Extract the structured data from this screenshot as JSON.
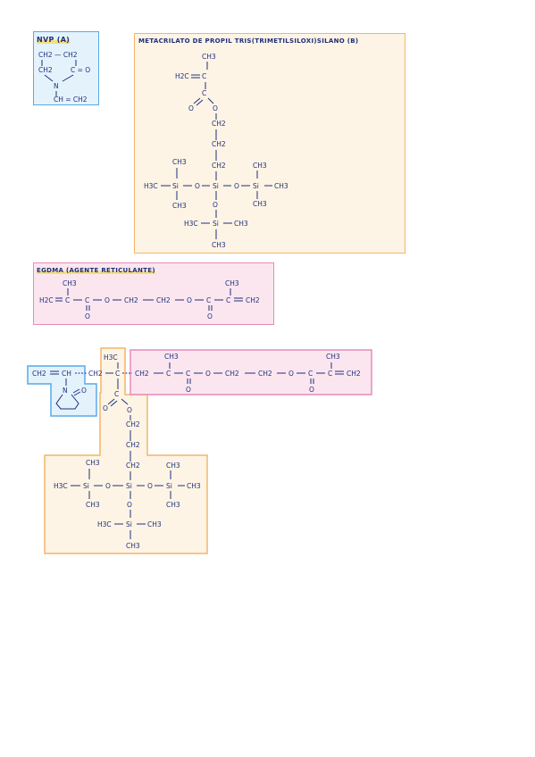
{
  "nvp": {
    "title": "NVP (A)",
    "ch2_top": "CH2 — CH2",
    "ch2_left": "CH2",
    "c_o": "C = O",
    "n": "N",
    "vinyl": "CH = CH2"
  },
  "tris": {
    "title": "METACRILATO DE PROPIL TRIS(TRIMETILSILOXI)SILANO (B)",
    "ch3_top": "CH3",
    "h2c": "H2C",
    "c1": "C",
    "c2": "C",
    "o_double": "O",
    "o_ester": "O",
    "ch2_a": "CH2",
    "ch2_b": "CH2",
    "ch2_c": "CH2",
    "si_center": "Si",
    "si_left": "Si",
    "si_right": "Si",
    "si_bottom": "Si",
    "o_left": "O",
    "o_right": "O",
    "o_bottom": "O",
    "h3c_left": "H3C",
    "ch3_right": "CH3",
    "ch3_left_top": "CH3",
    "ch3_left_bottom": "CH3",
    "ch3_right_top": "CH3",
    "ch3_right_bottom": "CH3",
    "h3c_bottom": "H3C",
    "ch3_bottom_right": "CH3",
    "ch3_bottom_bottom": "CH3"
  },
  "egdma": {
    "title": "EGDMA (AGENTE RETICULANTE)",
    "ch3_left": "CH3",
    "ch3_right": "CH3",
    "h2c": "H2C",
    "c1": "C",
    "c2": "C",
    "o1": "O",
    "ch2_1": "CH2",
    "ch2_2": "CH2",
    "o2": "O",
    "c3": "C",
    "c4": "C",
    "ch2_end": "CH2",
    "o_dbl_1": "O",
    "o_dbl_2": "O"
  },
  "polymer": {
    "ch2_vinyl": "CH2",
    "ch": "CH",
    "n": "N",
    "o_ring": "O",
    "ch2_link": "CH2",
    "c_quat": "C",
    "h3c_top": "H3C",
    "ch2_pink": "CH2",
    "c_pink1": "C",
    "ch3_pink1": "CH3",
    "c_pink2": "C",
    "o_pink1": "O",
    "ch2_p1": "CH2",
    "ch2_p2": "CH2",
    "o_pink2": "O",
    "c_pink3": "C",
    "c_pink4": "C",
    "ch3_pink2": "CH3",
    "ch2_end": "CH2",
    "o_dbl_p1": "O",
    "o_dbl_p2": "O",
    "c_ester": "C",
    "o_dbl_ester": "O",
    "o_ester": "O",
    "ch2_a": "CH2",
    "ch2_b": "CH2",
    "ch2_c": "CH2",
    "si_center": "Si",
    "si_left": "Si",
    "si_right": "Si",
    "si_bottom": "Si",
    "o_left": "O",
    "o_right": "O",
    "o_bottom": "O",
    "h3c_left": "H3C",
    "ch3_right": "CH3",
    "ch3_lt": "CH3",
    "ch3_lb": "CH3",
    "ch3_rt": "CH3",
    "ch3_rb": "CH3",
    "h3c_bottom": "H3C",
    "ch3_bottom_right": "CH3",
    "ch3_bottom_bottom": "CH3"
  }
}
